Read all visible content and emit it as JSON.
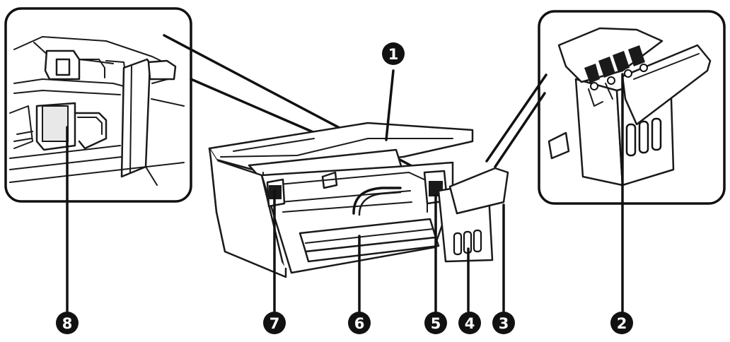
{
  "diagram": {
    "callouts": [
      {
        "id": "1",
        "label": "1"
      },
      {
        "id": "2",
        "label": "2"
      },
      {
        "id": "3",
        "label": "3"
      },
      {
        "id": "4",
        "label": "4"
      },
      {
        "id": "5",
        "label": "5"
      },
      {
        "id": "6",
        "label": "6"
      },
      {
        "id": "7",
        "label": "7"
      },
      {
        "id": "8",
        "label": "8"
      }
    ],
    "colors": {
      "line": "#111111",
      "callout_fill": "#111111",
      "callout_text": "#ffffff",
      "background": "#ffffff"
    }
  }
}
